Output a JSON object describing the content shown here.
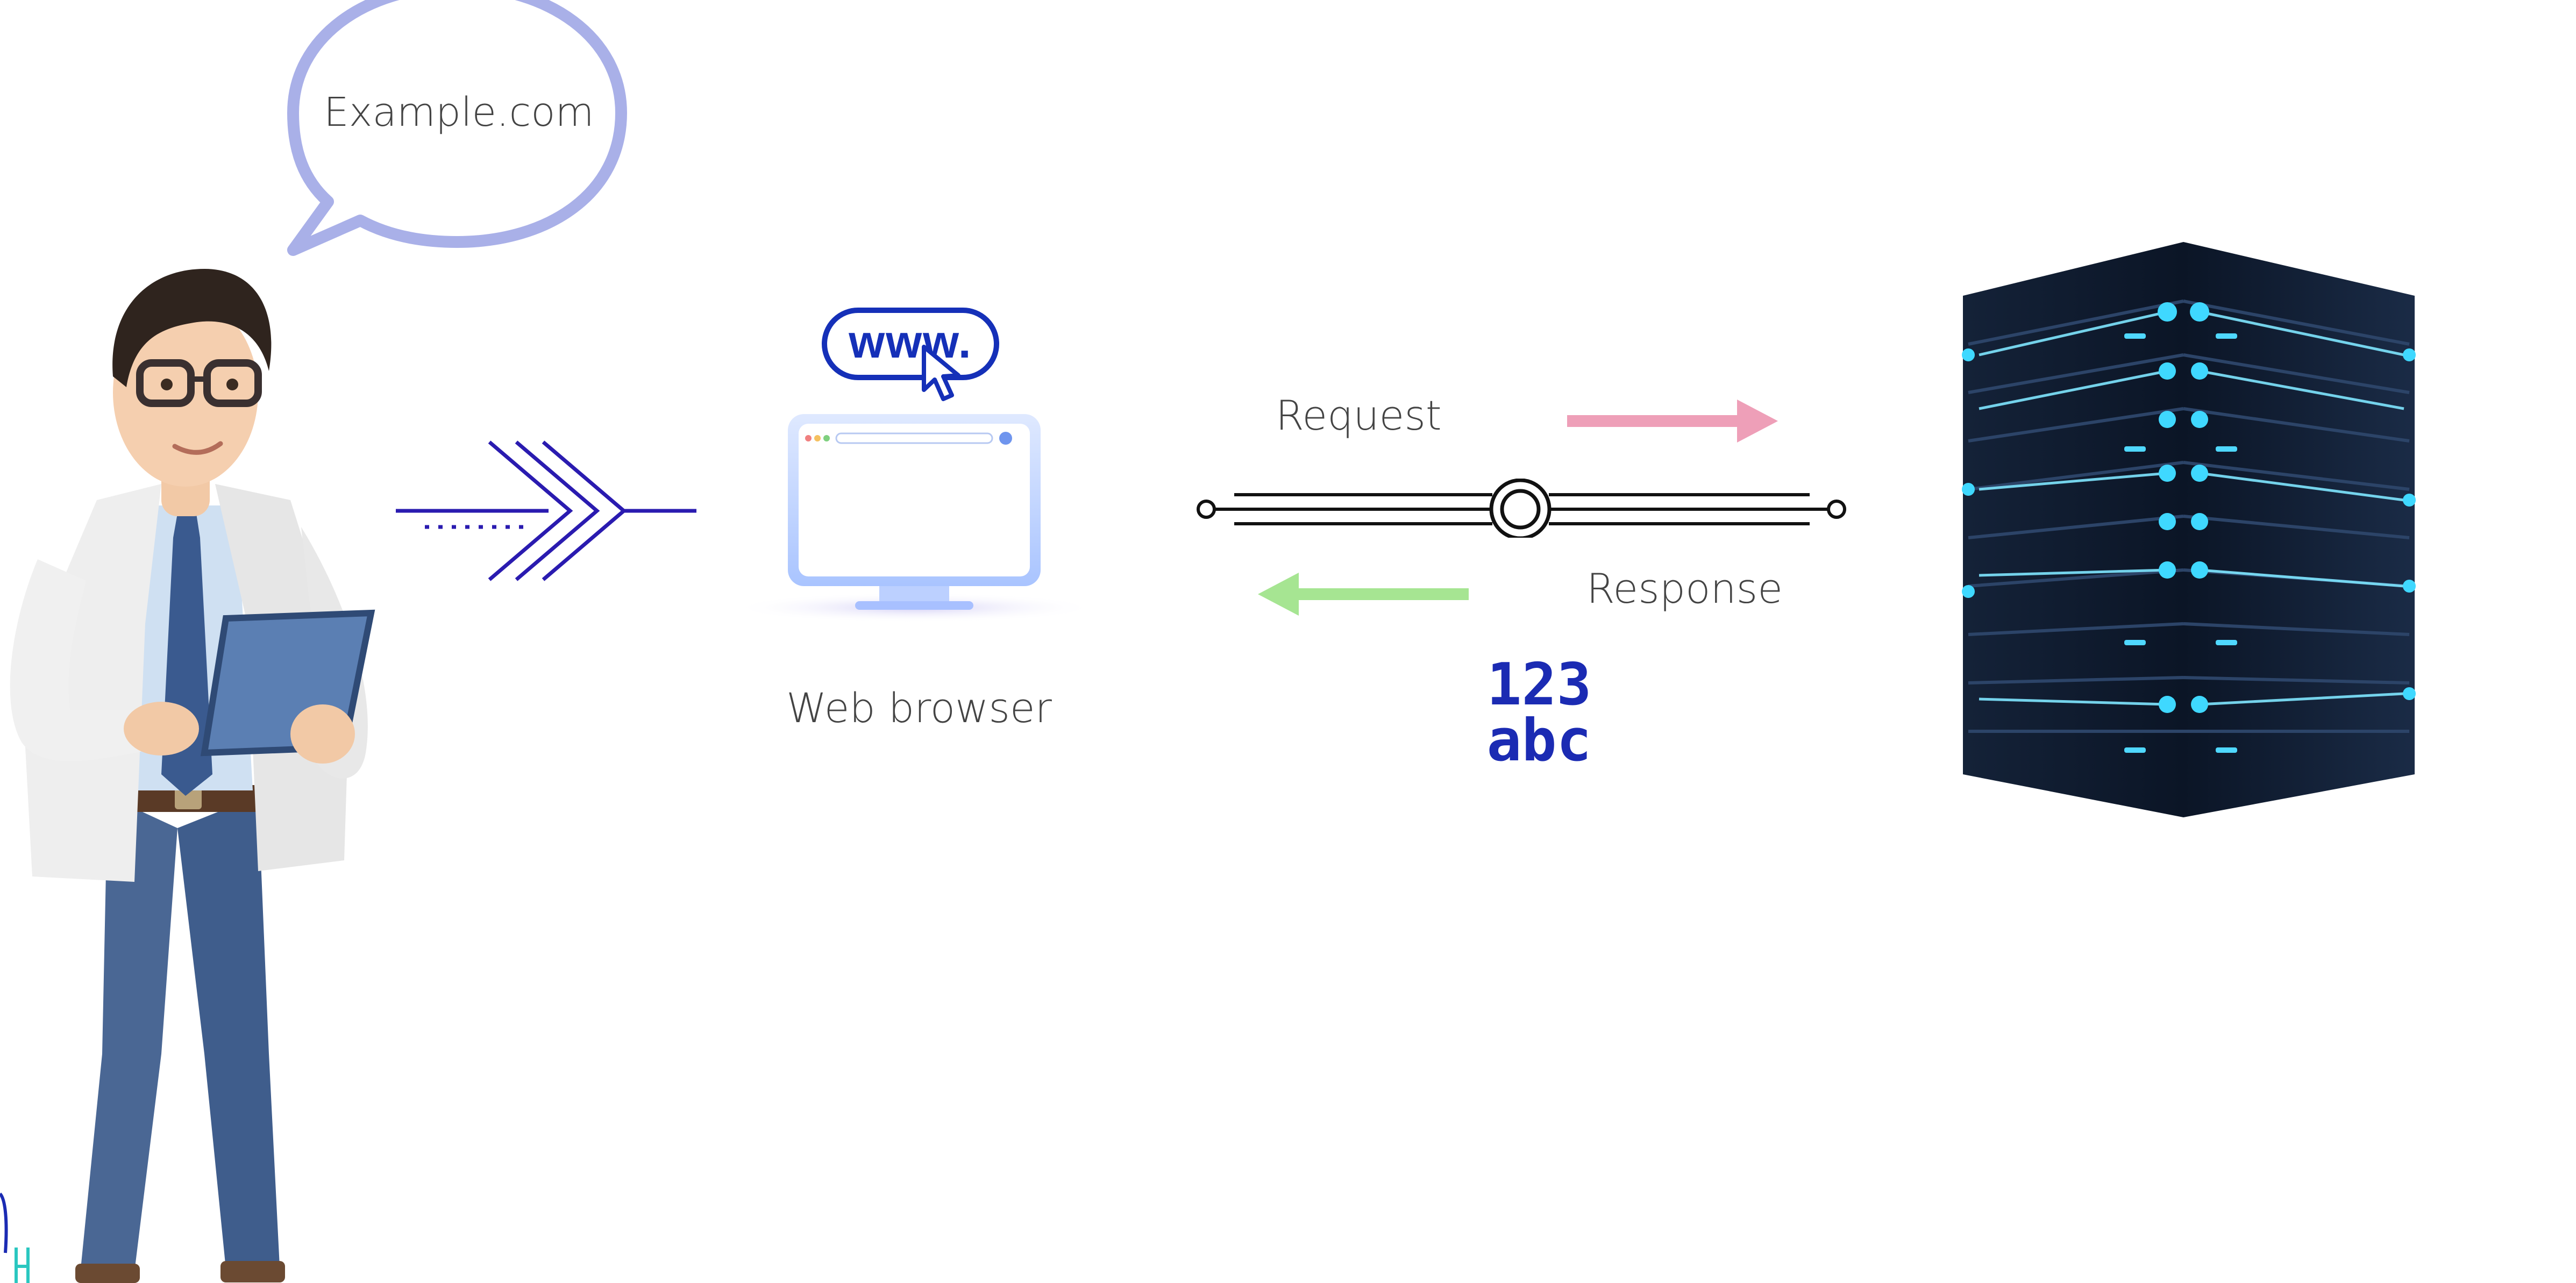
{
  "bubble": {
    "text": "Example.com"
  },
  "browser": {
    "label": "Web browser",
    "www_badge": "www."
  },
  "connection": {
    "request_label": "Request",
    "response_label": "Response"
  },
  "data_glyph": {
    "line1": "123",
    "line2": "abc"
  },
  "icons": {
    "person": "person-with-tablet-icon",
    "chevrons": "double-chevron-arrow-icon",
    "www": "www-cursor-icon",
    "monitor": "browser-monitor-icon",
    "server": "server-rack-icon"
  },
  "colors": {
    "bubble": "#a9b0e8",
    "chevron": "#2a1bb0",
    "www": "#1530b8",
    "request_arrow": "#ee9fb8",
    "response_arrow": "#a6e592",
    "data_glyph": "#1b2bb3",
    "server_glow": "#3fd8ff"
  }
}
